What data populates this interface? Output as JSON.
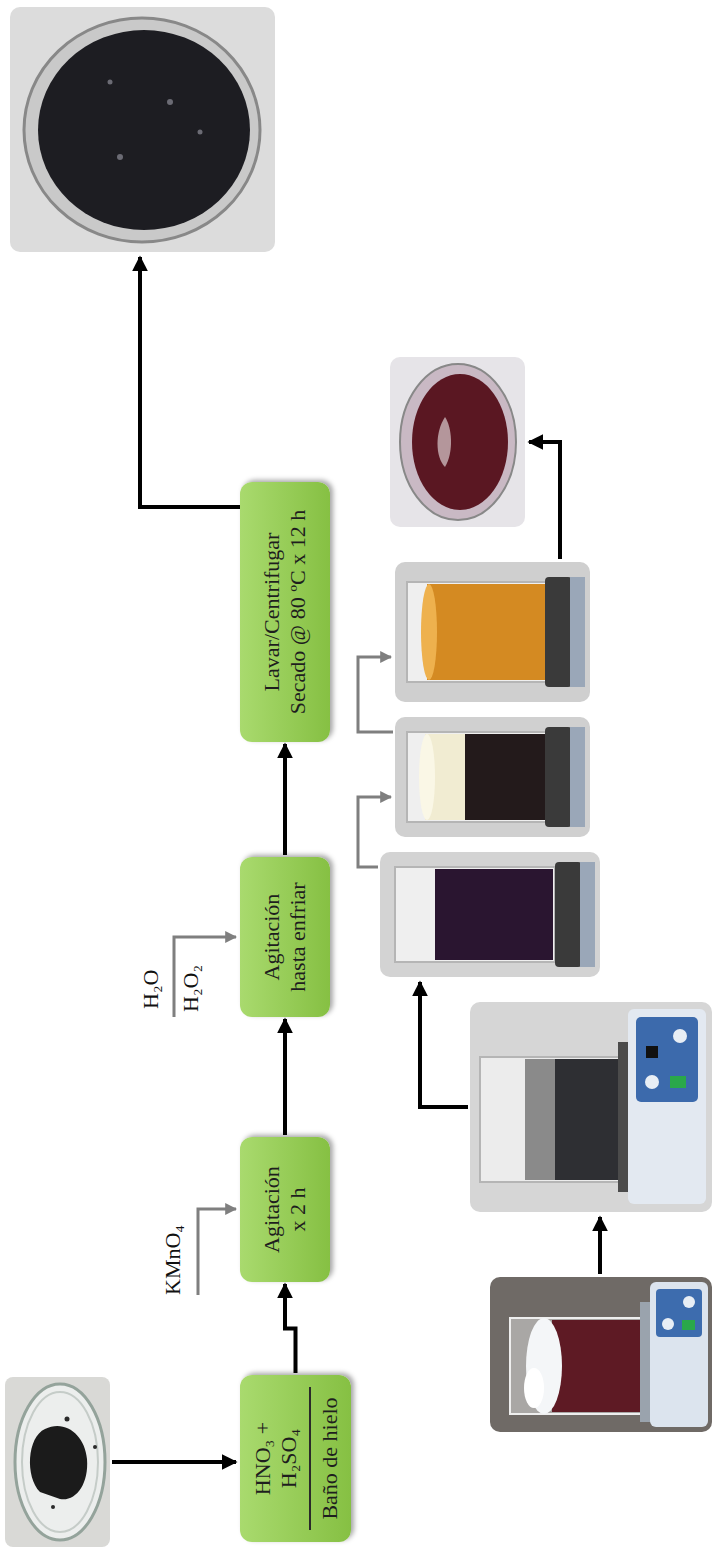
{
  "diagram": {
    "nodes": [
      {
        "text": [
          "HNO₃ + H₂SO₄",
          "Baño de hielo"
        ]
      },
      {
        "text": [
          "Agitación x 2 h"
        ]
      },
      {
        "text": [
          "Agitación hasta enfriar"
        ]
      },
      {
        "text": [
          "Lavar/Centrifugar",
          "Secado @ 80 ºC x 12 h"
        ]
      }
    ],
    "edges": [
      {
        "from": 0,
        "to": 1,
        "arrow": "to"
      },
      {
        "from": 1,
        "to": 2,
        "arrow": "to"
      },
      {
        "from": 2,
        "to": 3,
        "arrow": "to"
      }
    ],
    "labels": [
      "KMnO₄",
      "H₂O",
      "H₂O₂"
    ]
  }
}
